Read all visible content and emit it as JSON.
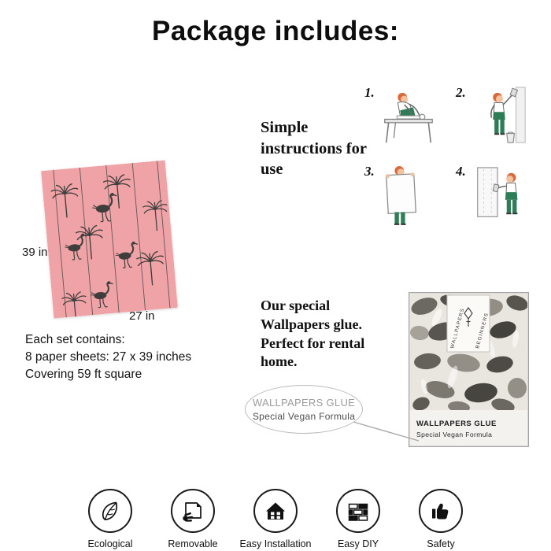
{
  "title": "Package includes:",
  "swatch": {
    "height_label": "39 in",
    "width_label": "27 in",
    "lines": [
      "Each set contains:",
      "8 paper sheets: 27 x 39 inches",
      "Covering 59 ft square"
    ]
  },
  "instructions": {
    "heading": "Simple instructions for use",
    "steps": [
      {
        "number": "1."
      },
      {
        "number": "2."
      },
      {
        "number": "3."
      },
      {
        "number": "4."
      }
    ]
  },
  "glue": {
    "text_lines": [
      "Our special",
      "Wallpapers glue.",
      "Perfect for rental",
      "home."
    ],
    "callout": {
      "line1": "WALLPAPERS GLUE",
      "line2": "Special Vegan Formula"
    },
    "package": {
      "label_line1": "WALLPAPERS GLUE",
      "label_line2": "Special Vegan Formula",
      "tag_word1": "WALLPAPERS",
      "tag_word2": "BEGINNERS"
    }
  },
  "features": [
    {
      "label": "Ecological",
      "icon": "leaf-icon"
    },
    {
      "label": "Removable",
      "icon": "peeling-hand-icon"
    },
    {
      "label": "Easy Installation",
      "icon": "house-icon"
    },
    {
      "label": "Easy DIY",
      "icon": "brick-wall-icon"
    },
    {
      "label": "Safety",
      "icon": "thumbs-up-icon"
    }
  ],
  "colors": {
    "swatch_pink": "#f0a3a6",
    "pattern_ink": "#3f3e3c",
    "overalls_green": "#2f7d57",
    "hair_orange": "#d96a3e",
    "text_ink": "#111111"
  }
}
